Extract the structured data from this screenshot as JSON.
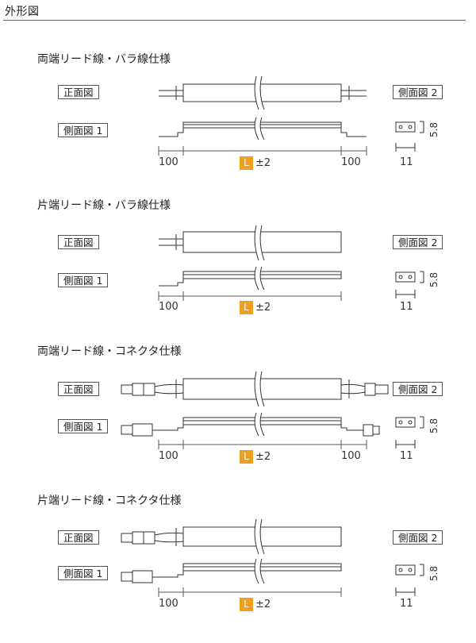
{
  "page_title": "外形図",
  "labels": {
    "front": "正面図",
    "side1": "側面図 1",
    "side2": "側面図 2"
  },
  "dims": {
    "lead": "100",
    "L": "L",
    "tolerance": "±2",
    "width": "11",
    "height": "5.8"
  },
  "sections": [
    {
      "title": "両端リード線・バラ線仕様",
      "variant": "both-wire"
    },
    {
      "title": "片端リード線・バラ線仕様",
      "variant": "one-wire"
    },
    {
      "title": "両端リード線・コネクタ仕様",
      "variant": "both-connector"
    },
    {
      "title": "片端リード線・コネクタ仕様",
      "variant": "one-connector"
    }
  ],
  "colors": {
    "accent": "#f0a020",
    "line": "#333333"
  }
}
